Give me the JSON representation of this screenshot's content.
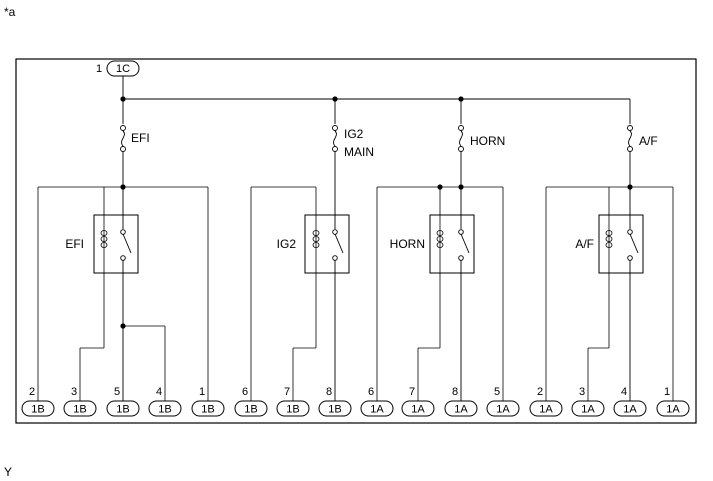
{
  "corner_mark": "*a",
  "footer_mark": "Y",
  "top_connector": {
    "pin": "1",
    "name": "1C"
  },
  "fuses": [
    "EFI",
    "IG2",
    "MAIN",
    "HORN",
    "A/F"
  ],
  "relays": [
    "EFI",
    "IG2",
    "HORN",
    "A/F"
  ],
  "bottom_connectors": [
    {
      "pin": "2",
      "name": "1B"
    },
    {
      "pin": "3",
      "name": "1B"
    },
    {
      "pin": "5",
      "name": "1B"
    },
    {
      "pin": "4",
      "name": "1B"
    },
    {
      "pin": "1",
      "name": "1B"
    },
    {
      "pin": "6",
      "name": "1B"
    },
    {
      "pin": "7",
      "name": "1B"
    },
    {
      "pin": "8",
      "name": "1B"
    },
    {
      "pin": "6",
      "name": "1A"
    },
    {
      "pin": "7",
      "name": "1A"
    },
    {
      "pin": "8",
      "name": "1A"
    },
    {
      "pin": "5",
      "name": "1A"
    },
    {
      "pin": "2",
      "name": "1A"
    },
    {
      "pin": "3",
      "name": "1A"
    },
    {
      "pin": "4",
      "name": "1A"
    },
    {
      "pin": "1",
      "name": "1A"
    }
  ]
}
